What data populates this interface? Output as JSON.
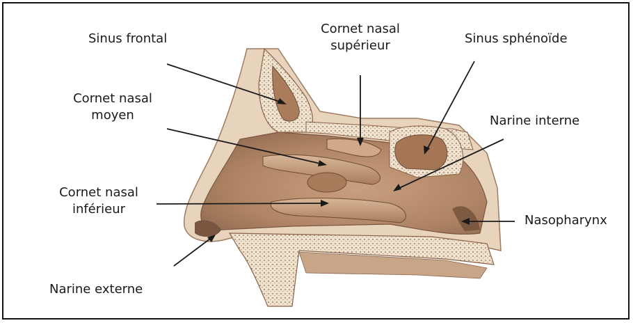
{
  "labels": {
    "sinus_frontal": "Sinus frontal",
    "cornet_superieur": [
      "Cornet nasal",
      "supérieur"
    ],
    "sinus_sphenoide": "Sinus sphénoïde",
    "cornet_moyen": [
      "Cornet nasal",
      "moyen"
    ],
    "narine_interne": "Narine interne",
    "cornet_inferieur": [
      "Cornet nasal",
      "inférieur"
    ],
    "nasopharynx": "Nasopharynx",
    "narine_externe": "Narine externe"
  },
  "colors": {
    "tissue_light": "#d9b99a",
    "tissue_mid": "#b88e6e",
    "tissue_dark": "#8a6248",
    "cavity": "#9c7457",
    "bone": "#efe3cf",
    "leader": "#1a1a1a"
  }
}
